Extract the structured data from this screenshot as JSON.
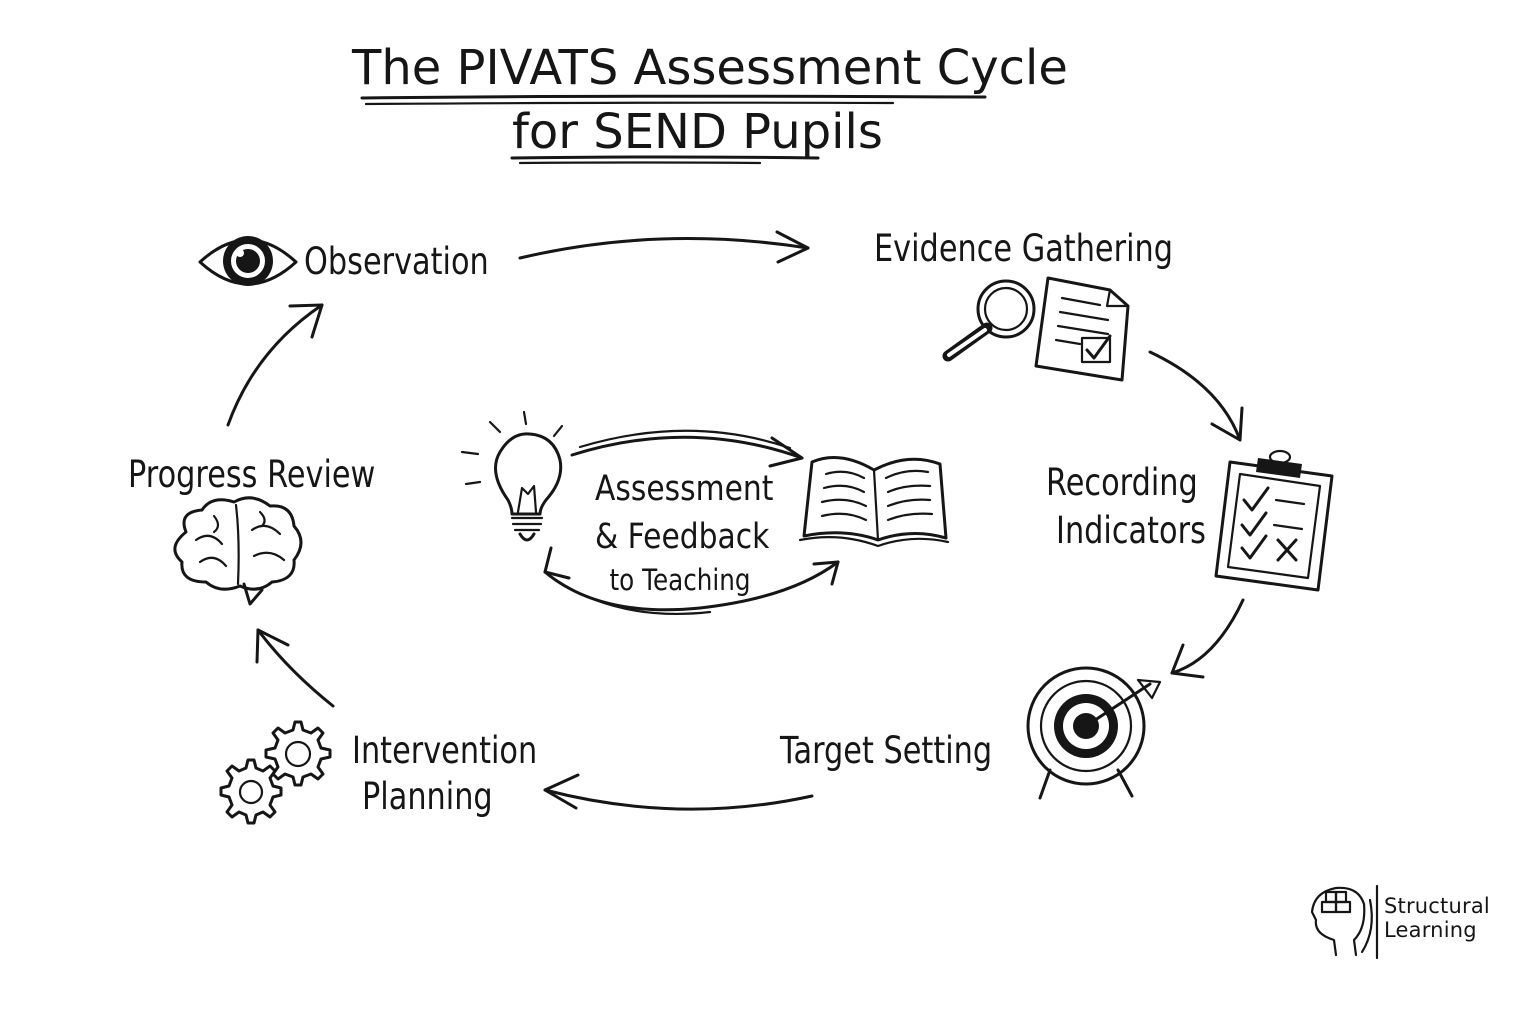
{
  "title": {
    "line1": "The PIVATS Assessment Cycle",
    "line2": "for SEND Pupils"
  },
  "steps": {
    "observation": {
      "label": "Observation",
      "icon": "eye-icon"
    },
    "evidence": {
      "label": "Evidence Gathering",
      "icon": "magnifier-document-icon"
    },
    "recording": {
      "line1": "Recording",
      "line2": "Indicators",
      "icon": "clipboard-checklist-icon"
    },
    "target": {
      "label": "Target Setting",
      "icon": "target-arrow-icon"
    },
    "intervention": {
      "line1": "Intervention",
      "line2": "Planning",
      "icon": "gears-icon"
    },
    "progress": {
      "label": "Progress Review",
      "icon": "brain-icon"
    }
  },
  "center": {
    "line1": "Assessment",
    "line2": "& Feedback",
    "line3": "to Teaching",
    "left_icon": "lightbulb-icon",
    "right_icon": "open-book-icon"
  },
  "brand": {
    "line1": "Structural",
    "line2": "Learning",
    "icon": "head-puzzle-icon"
  },
  "colors": {
    "ink": "#161616",
    "background": "#ffffff"
  }
}
